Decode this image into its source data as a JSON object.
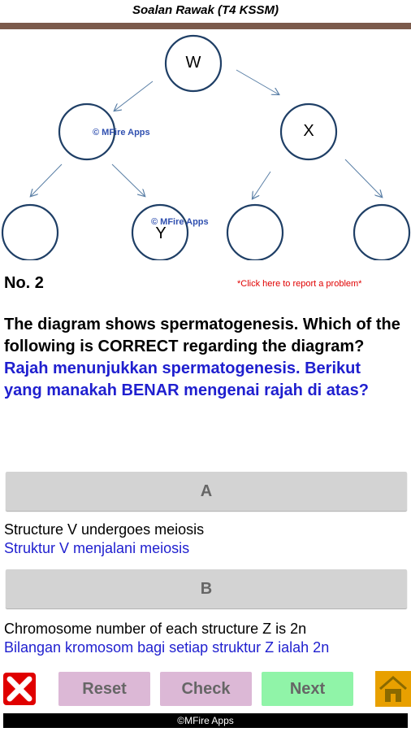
{
  "header": {
    "title": "Soalan Rawak (T4 KSSM)"
  },
  "diagram": {
    "nodes": {
      "w": "W",
      "x": "X",
      "y": "Y"
    },
    "watermark": "© MFire Apps"
  },
  "question": {
    "number": "No.  2",
    "report_link": "*Click here to report a problem*",
    "text_en": "The diagram shows spermatogenesis. Which of the following is CORRECT regarding the diagram?",
    "text_ms": "Rajah menunjukkan spermatogenesis. Berikut yang manakah BENAR mengenai rajah di atas?"
  },
  "options": [
    {
      "label": "A",
      "text_en": "Structure V undergoes meiosis",
      "text_ms": "Struktur V menjalani meiosis"
    },
    {
      "label": "B",
      "text_en": "Chromosome number of each structure Z is 2n",
      "text_ms": "Bilangan kromosom bagi setiap struktur Z ialah 2n"
    }
  ],
  "controls": {
    "reset": "Reset",
    "check": "Check",
    "next": "Next"
  },
  "colors": {
    "reset_bg": "#dcb8d6",
    "check_bg": "#dcb8d6",
    "next_bg": "#90f4a8",
    "close_red": "#e00000",
    "home_orange": "#e8a000"
  },
  "footer": {
    "text": "©MFire Apps"
  }
}
